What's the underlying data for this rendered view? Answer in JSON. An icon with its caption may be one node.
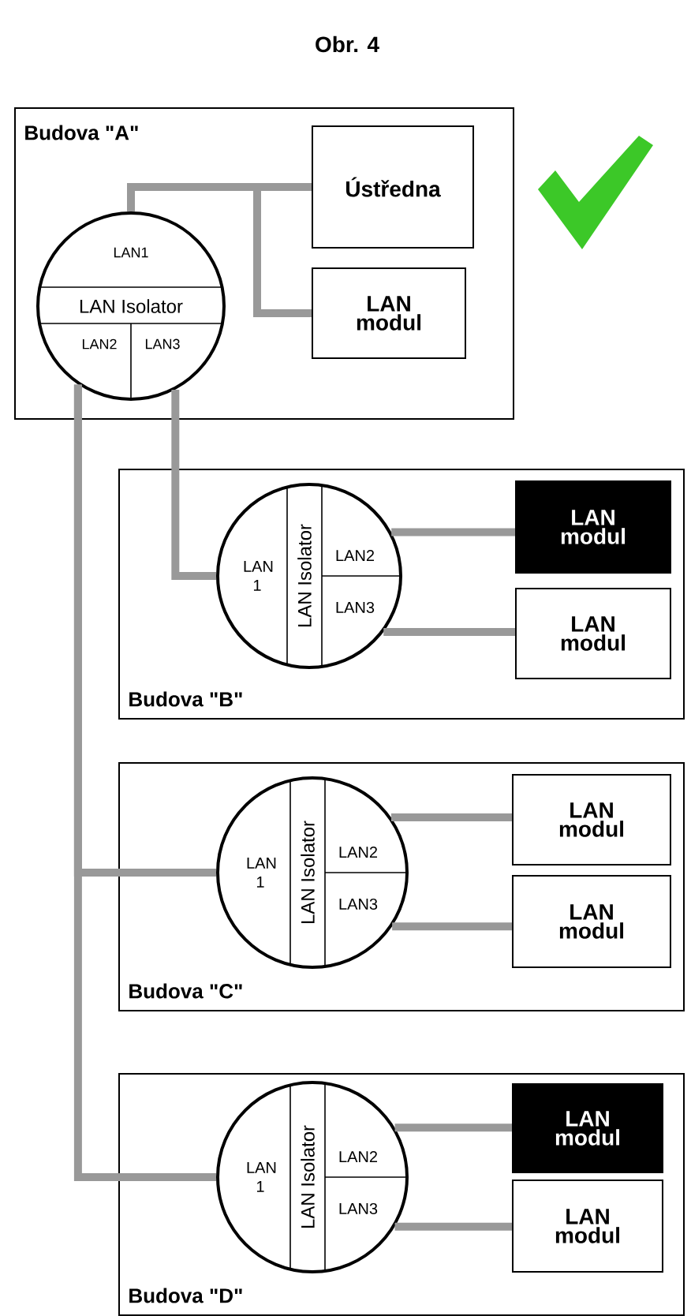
{
  "diagram": {
    "title": "Obr. 4",
    "nodes": [
      {
        "text": [
          "Budova \"A\""
        ]
      },
      {
        "text": [
          "LAN1",
          "LAN Isolator",
          "LAN2",
          "LAN3"
        ],
        "in": 0
      },
      {
        "text": [
          "Ústředna"
        ],
        "in": 0
      },
      {
        "text": [
          "LAN modul"
        ],
        "in": 0
      },
      {
        "text": [
          "Budova \"B\""
        ]
      },
      {
        "text": [
          "LAN 1",
          "LAN Isolator",
          "LAN2",
          "LAN3"
        ],
        "in": 4
      },
      {
        "text": [
          "LAN modul"
        ],
        "in": 4
      },
      {
        "text": [
          "LAN modul"
        ],
        "in": 4
      },
      {
        "text": [
          "Budova \"C\""
        ]
      },
      {
        "text": [
          "LAN 1",
          "LAN Isolator",
          "LAN2",
          "LAN3"
        ],
        "in": 8
      },
      {
        "text": [
          "LAN modul"
        ],
        "in": 8
      },
      {
        "text": [
          "LAN modul"
        ],
        "in": 8
      },
      {
        "text": [
          "Budova \"D\""
        ]
      },
      {
        "text": [
          "LAN 1",
          "LAN Isolator",
          "LAN2",
          "LAN3"
        ],
        "in": 12
      },
      {
        "text": [
          "LAN modul"
        ],
        "in": 12
      },
      {
        "text": [
          "LAN modul"
        ],
        "in": 12
      }
    ],
    "edges": [
      {
        "from": 1,
        "to": 2,
        "arrow": "none"
      },
      {
        "from": 1,
        "to": 3,
        "arrow": "none"
      },
      {
        "from": 1,
        "to": 5,
        "arrow": "none"
      },
      {
        "from": 1,
        "to": 9,
        "arrow": "none"
      },
      {
        "from": 1,
        "to": 13,
        "arrow": "none"
      },
      {
        "from": 5,
        "to": 6,
        "arrow": "none"
      },
      {
        "from": 5,
        "to": 7,
        "arrow": "none"
      },
      {
        "from": 9,
        "to": 10,
        "arrow": "none"
      },
      {
        "from": 9,
        "to": 11,
        "arrow": "none"
      },
      {
        "from": 13,
        "to": 14,
        "arrow": "none"
      },
      {
        "from": 13,
        "to": 15,
        "arrow": "none"
      }
    ]
  }
}
